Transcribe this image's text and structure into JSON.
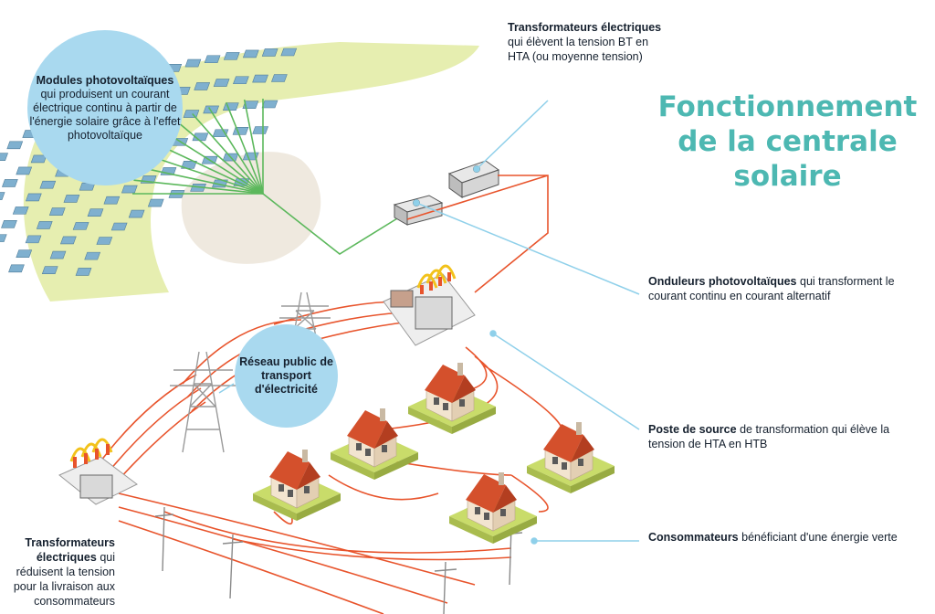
{
  "title": {
    "line1": "Fonctionnement",
    "line2": "de la centrale",
    "line3": "solaire"
  },
  "labels": {
    "modules": {
      "bold": "Modules photovoltaïques",
      "text": "qui produisent un courant électrique continu à partir de l'énergie solaire grâce à l'effet photovoltaïque"
    },
    "reseau": {
      "bold": "Réseau public de transport d'électricité"
    },
    "transformateurs_elevateurs": {
      "bold": "Transformateurs électriques",
      "text": "qui élèvent la tension BT en HTA (ou moyenne tension)"
    },
    "onduleurs": {
      "bold": "Onduleurs photovoltaïques",
      "text": "qui transforment le courant continu en courant alternatif"
    },
    "poste_source": {
      "bold": "Poste de source",
      "text": "de transformation qui élève la tension de HTA en HTB"
    },
    "consommateurs": {
      "bold": "Consommateurs",
      "text": "bénéficiant d'une énergie verte"
    },
    "transformateurs_reducteurs": {
      "bold": "Transformateurs électriques",
      "text": "qui réduisent la tension pour la livraison aux consommateurs"
    }
  },
  "colors": {
    "title": "#4db8b2",
    "bubble": "#a9d9ef",
    "leader_line": "#8fd0ea",
    "field": "#e6eeb0",
    "panel": "#7fb0cf",
    "dc_cable": "#5cb85c",
    "ac_cable": "#e8542c",
    "roof": "#d4502c",
    "wall": "#f2e4cf",
    "lawn": "#c9dc6a"
  }
}
